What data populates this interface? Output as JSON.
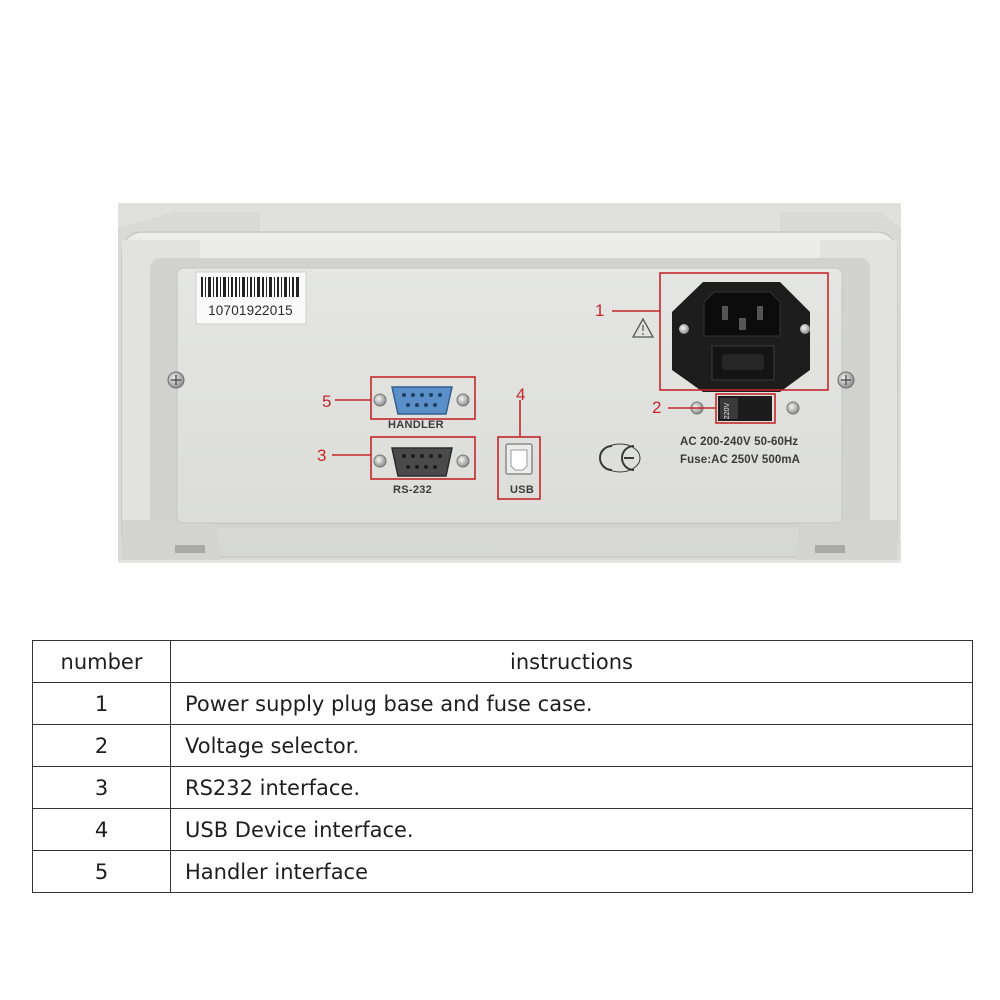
{
  "panel": {
    "serial_number": "10701922015",
    "ports": {
      "handler_label": "HANDLER",
      "rs232_label": "RS-232",
      "usb_label": "USB"
    },
    "voltage_switch_label": "220V",
    "power_spec": "AC 200-240V 50-60Hz",
    "fuse_spec": "Fuse:AC 250V 500mA",
    "certification_mark": "CE",
    "callouts": [
      "1",
      "2",
      "3",
      "4",
      "5"
    ],
    "colors": {
      "callout": "#c3272b",
      "panel": "#e6e7e3",
      "handler_port": "#5b8fc7",
      "rs232_port": "#4a4a4a"
    }
  },
  "table": {
    "headers": {
      "number": "number",
      "instructions": "instructions"
    },
    "rows": [
      {
        "number": "1",
        "instruction": "Power supply plug base and fuse case."
      },
      {
        "number": "2",
        "instruction": "Voltage selector."
      },
      {
        "number": "3",
        "instruction": "RS232 interface."
      },
      {
        "number": "4",
        "instruction": "USB Device interface."
      },
      {
        "number": "5",
        "instruction": "Handler interface"
      }
    ]
  }
}
